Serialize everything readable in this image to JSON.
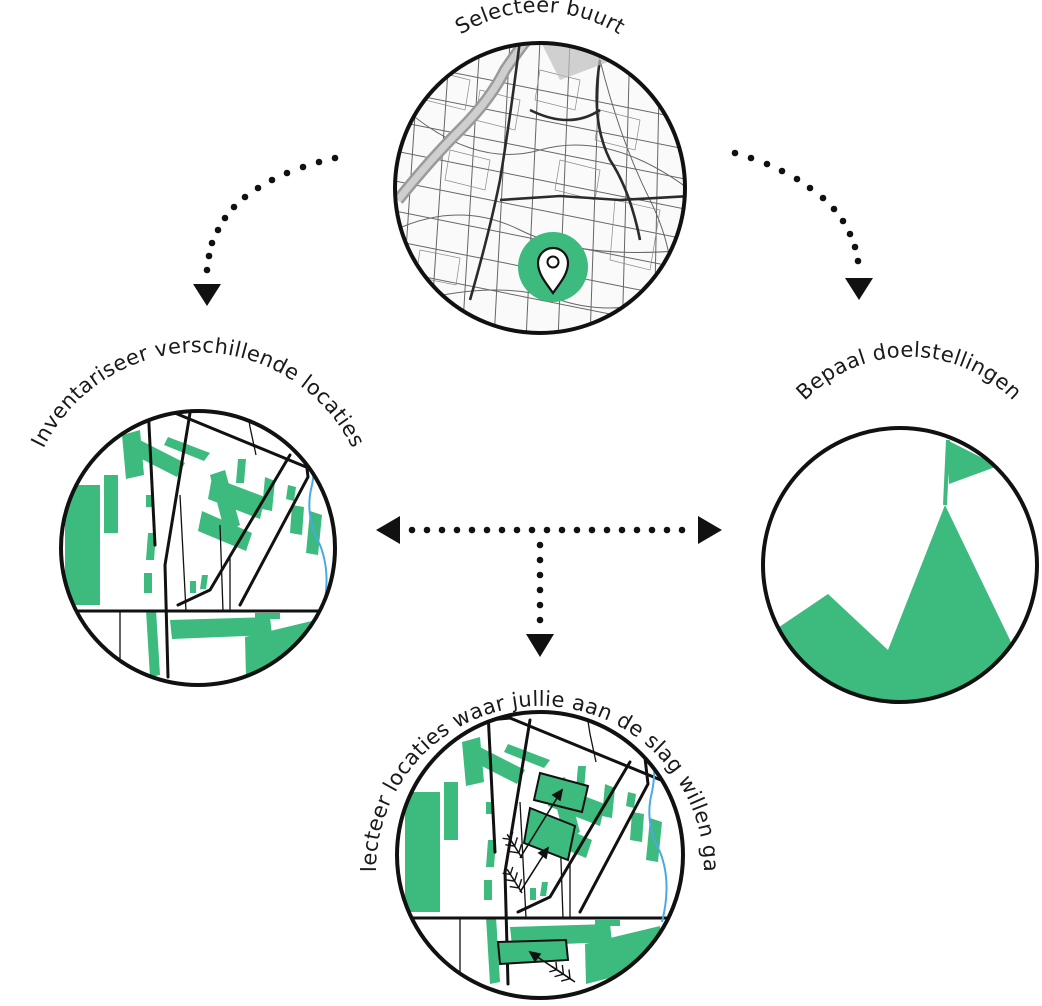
{
  "nodes": {
    "top": {
      "label": "Selecteer buurt",
      "icon": "map-pin-icon"
    },
    "left": {
      "label": "Inventariseer verschillende locaties"
    },
    "right": {
      "label": "Bepaal doelstellingen",
      "icon": "mountain-flag-icon"
    },
    "bottom": {
      "label": "Selecteer locaties waar jullie aan de slag willen gaan"
    }
  },
  "colors": {
    "accent_green": "#3dba7e",
    "ink": "#111111",
    "river": "#4aa9e0"
  }
}
